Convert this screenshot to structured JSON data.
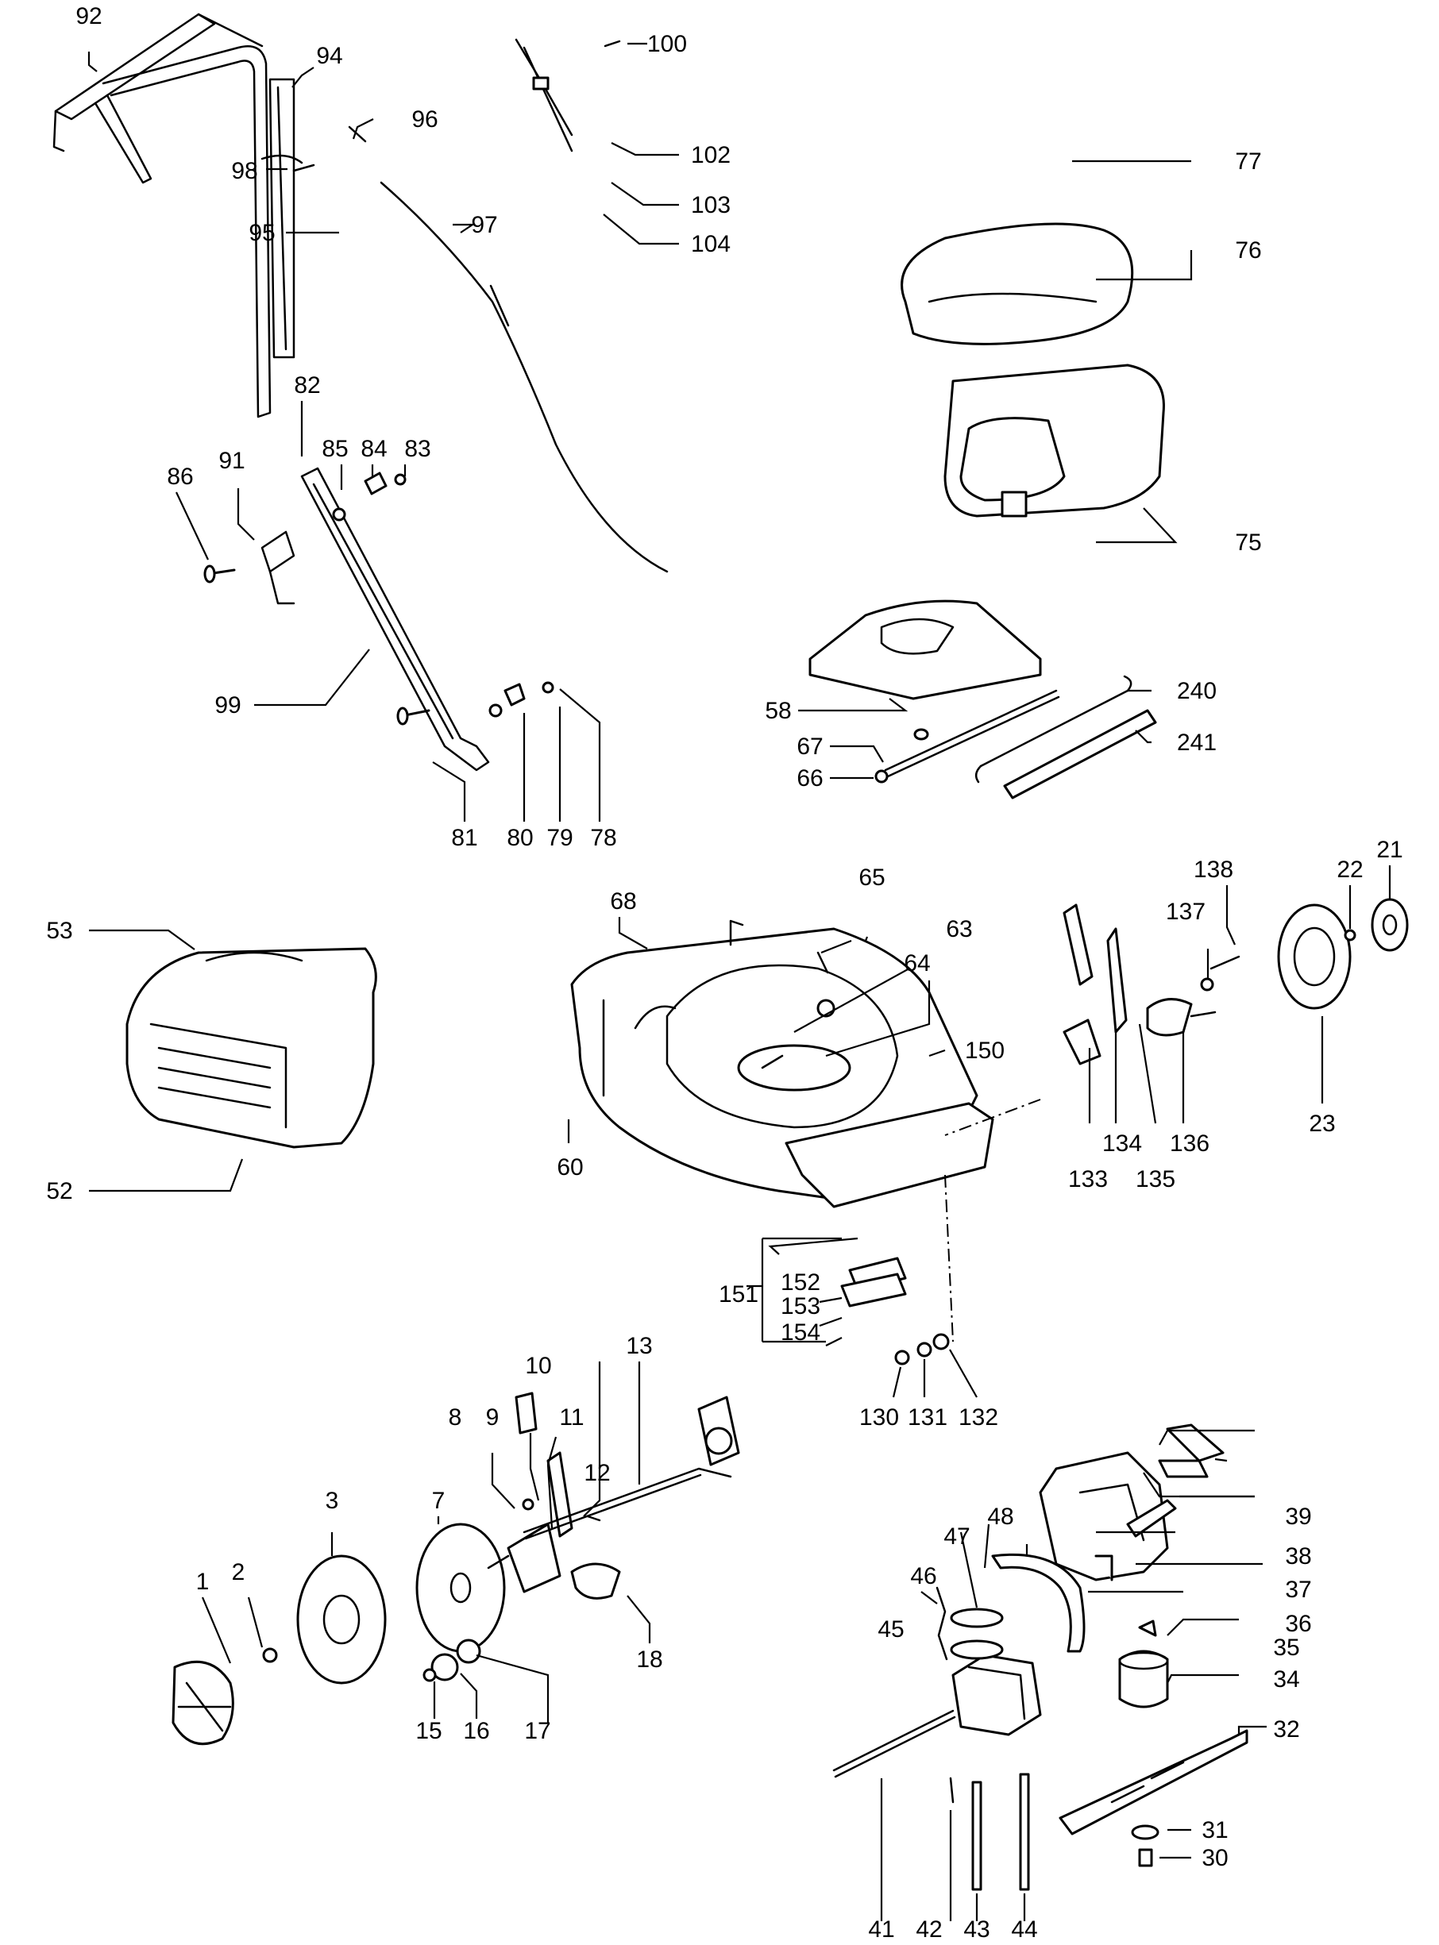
{
  "labels": {
    "p1": "1",
    "p2": "2",
    "p3": "3",
    "p7": "7",
    "p8": "8",
    "p9": "9",
    "p10": "10",
    "p11": "11",
    "p12": "12",
    "p13": "13",
    "p15": "15",
    "p16": "16",
    "p17": "17",
    "p18": "18",
    "p21": "21",
    "p22": "22",
    "p23": "23",
    "p30": "30",
    "p31": "31",
    "p32": "32",
    "p34": "34",
    "p35": "35",
    "p36": "36",
    "p37": "37",
    "p38": "38",
    "p39": "39",
    "p41": "41",
    "p42": "42",
    "p43": "43",
    "p44": "44",
    "p45": "45",
    "p46": "46",
    "p47": "47",
    "p48": "48",
    "p52": "52",
    "p53": "53",
    "p58": "58",
    "p60": "60",
    "p63": "63",
    "p64": "64",
    "p65": "65",
    "p66": "66",
    "p67": "67",
    "p68": "68",
    "p75": "75",
    "p76": "76",
    "p77": "77",
    "p78": "78",
    "p79": "79",
    "p80": "80",
    "p81": "81",
    "p82": "82",
    "p83": "83",
    "p84": "84",
    "p85": "85",
    "p86": "86",
    "p91": "91",
    "p92": "92",
    "p94": "94",
    "p95": "95",
    "p96": "96",
    "p97": "97",
    "p98": "98",
    "p99": "99",
    "p100": "100",
    "p102": "102",
    "p103": "103",
    "p104": "104",
    "p130": "130",
    "p131": "131",
    "p132": "132",
    "p133": "133",
    "p134": "134",
    "p135": "135",
    "p136": "136",
    "p137": "137",
    "p138": "138",
    "p150": "150",
    "p151": "151",
    "p152": "152",
    "p153": "153",
    "p154": "154",
    "p240": "240",
    "p241": "241"
  }
}
